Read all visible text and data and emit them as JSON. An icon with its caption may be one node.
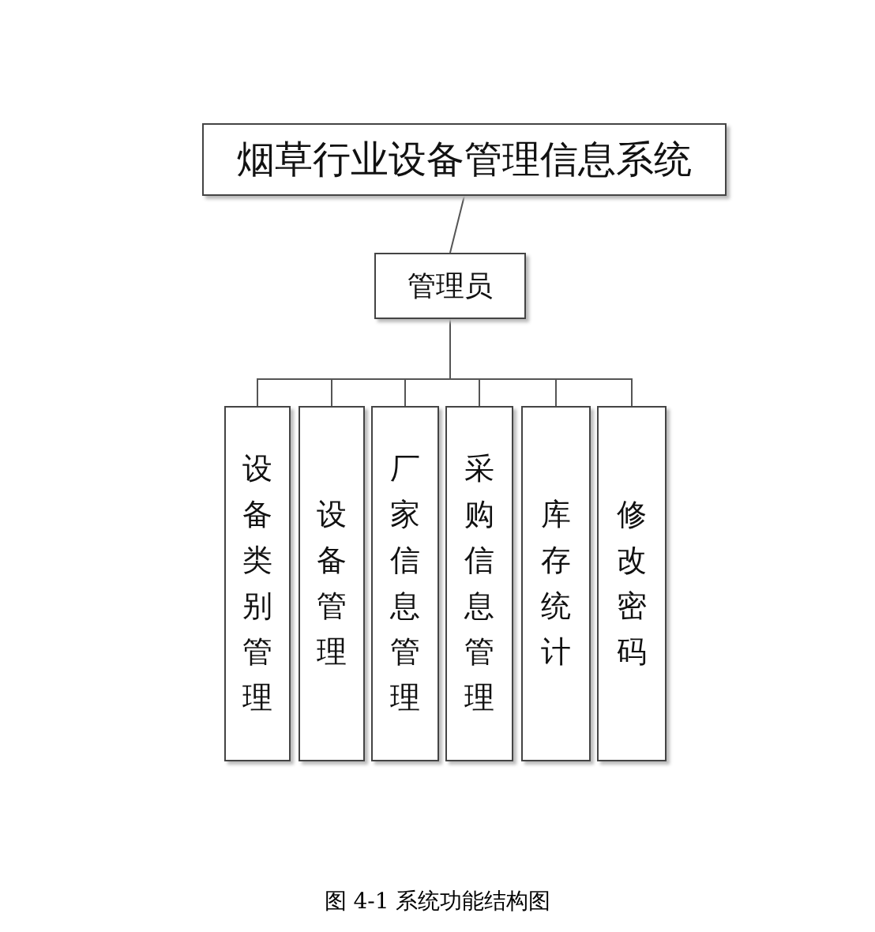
{
  "diagram": {
    "caption": "图 4-1 系统功能结构图",
    "nodes": [
      {
        "text": [
          "烟草行业设备管理信息系统"
        ]
      },
      {
        "text": [
          "管理员"
        ]
      },
      {
        "text": [
          "设备类别管理"
        ]
      },
      {
        "text": [
          "设备管理"
        ]
      },
      {
        "text": [
          "厂家信息管理"
        ]
      },
      {
        "text": [
          "采购信息管理"
        ]
      },
      {
        "text": [
          "库存统计"
        ]
      },
      {
        "text": [
          "修改密码"
        ]
      }
    ],
    "edges": [
      {
        "from": 0,
        "to": 1,
        "arrow": "none"
      },
      {
        "from": 1,
        "to": 2,
        "arrow": "none"
      },
      {
        "from": 1,
        "to": 3,
        "arrow": "none"
      },
      {
        "from": 1,
        "to": 4,
        "arrow": "none"
      },
      {
        "from": 1,
        "to": 5,
        "arrow": "none"
      },
      {
        "from": 1,
        "to": 6,
        "arrow": "none"
      },
      {
        "from": 1,
        "to": 7,
        "arrow": "none"
      }
    ]
  }
}
